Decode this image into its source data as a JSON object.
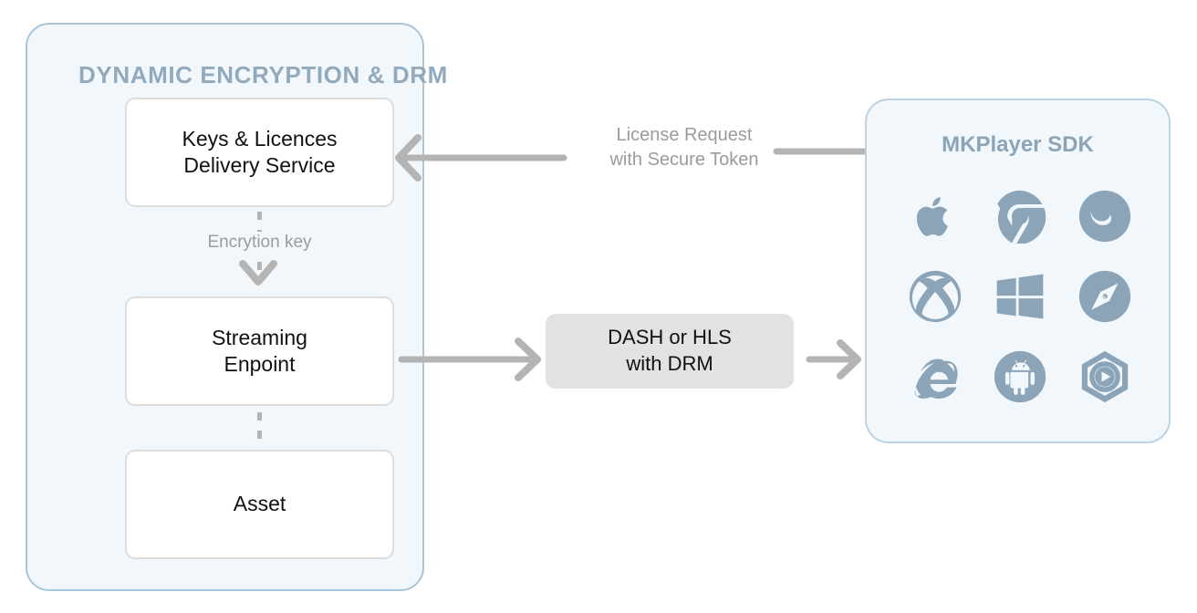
{
  "diagram": {
    "title": "Dynamic Encryption and DRM flow",
    "colors": {
      "panel_fill": "#f2f7fb",
      "panel_border": "#a9c5da",
      "panel_title": "#92aabd",
      "card_border": "#dedede",
      "arrow": "#b4b4b4",
      "label_text": "#9b9b9b",
      "icon": "#8ba4b8",
      "dash_box_fill": "#e2e2e2"
    }
  },
  "drm_panel": {
    "title": "DYNAMIC ENCRYPTION & DRM",
    "cards": [
      {
        "id": "keys",
        "line1": "Keys & Licences",
        "line2": "Delivery Service"
      },
      {
        "id": "streaming",
        "line1": "Streaming",
        "line2": "Enpoint"
      },
      {
        "id": "asset",
        "line1": "Asset",
        "line2": ""
      }
    ],
    "connector_label": "Encrytion key"
  },
  "flow": {
    "license_label_line1": "License Request",
    "license_label_line2": "with Secure Token",
    "stream_box_line1": "DASH or HLS",
    "stream_box_line2": "with DRM"
  },
  "sdk_panel": {
    "title": "MKPlayer SDK",
    "icons": [
      {
        "name": "apple-icon",
        "label": "Apple"
      },
      {
        "name": "chrome-icon",
        "label": "Google Chrome"
      },
      {
        "name": "firefox-icon",
        "label": "Firefox"
      },
      {
        "name": "xbox-icon",
        "label": "Xbox"
      },
      {
        "name": "windows-icon",
        "label": "Windows"
      },
      {
        "name": "safari-icon",
        "label": "Safari"
      },
      {
        "name": "internet-explorer-icon",
        "label": "Internet Explorer"
      },
      {
        "name": "android-icon",
        "label": "Android"
      },
      {
        "name": "media-player-icon",
        "label": "Media Player"
      }
    ]
  }
}
